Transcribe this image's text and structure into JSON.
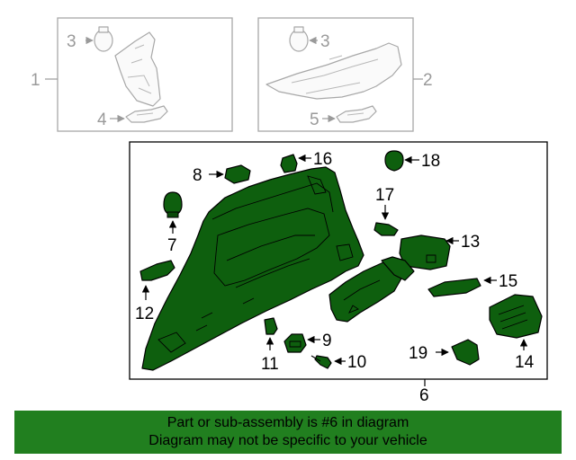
{
  "callouts": {
    "c1": "1",
    "c2": "2",
    "c3a": "3",
    "c3b": "3",
    "c4": "4",
    "c5": "5",
    "c6": "6",
    "c7": "7",
    "c8": "8",
    "c9": "9",
    "c10": "10",
    "c11": "11",
    "c12": "12",
    "c13": "13",
    "c14": "14",
    "c15": "15",
    "c16": "16",
    "c17": "17",
    "c18": "18",
    "c19": "19"
  },
  "colors": {
    "part_fill": "#0e5f0e",
    "banner_bg": "#217f1f",
    "ghost_stroke": "#a8a8a8"
  },
  "banner": {
    "line1": "Part or sub-assembly is #6 in diagram",
    "line2": "Diagram may not be specific to your vehicle"
  }
}
